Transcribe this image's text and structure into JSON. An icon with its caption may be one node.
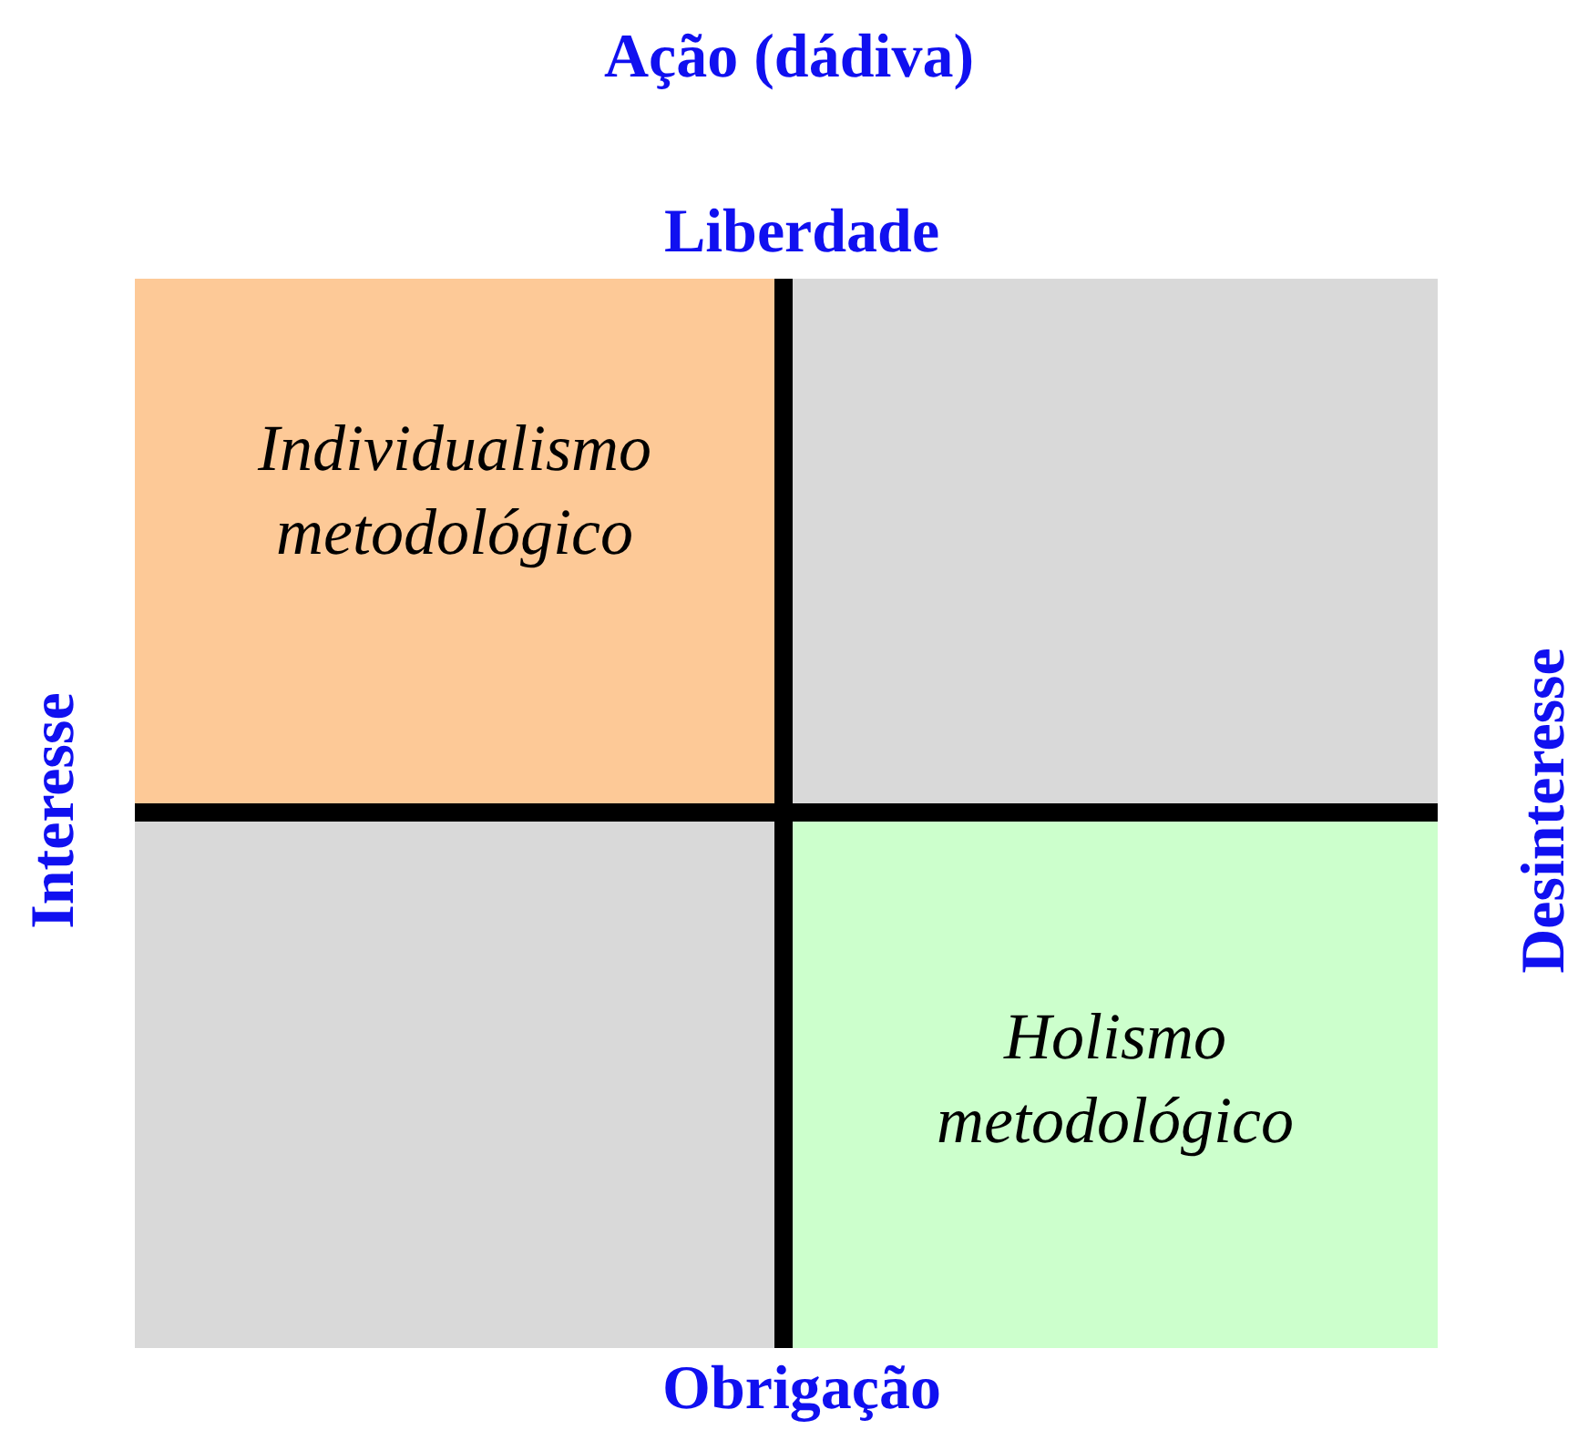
{
  "diagram": {
    "title": "Ação (dádiva)",
    "nodes": [
      {
        "text": [
          "Individualismo metodológico"
        ]
      },
      {
        "text": [],
        "shape": "box"
      },
      {
        "text": [],
        "shape": "box"
      },
      {
        "text": [
          "Holismo metodológico"
        ]
      }
    ],
    "labels": [
      "Liberdade",
      "Interesse",
      "Desinteresse",
      "Obrigação"
    ]
  }
}
